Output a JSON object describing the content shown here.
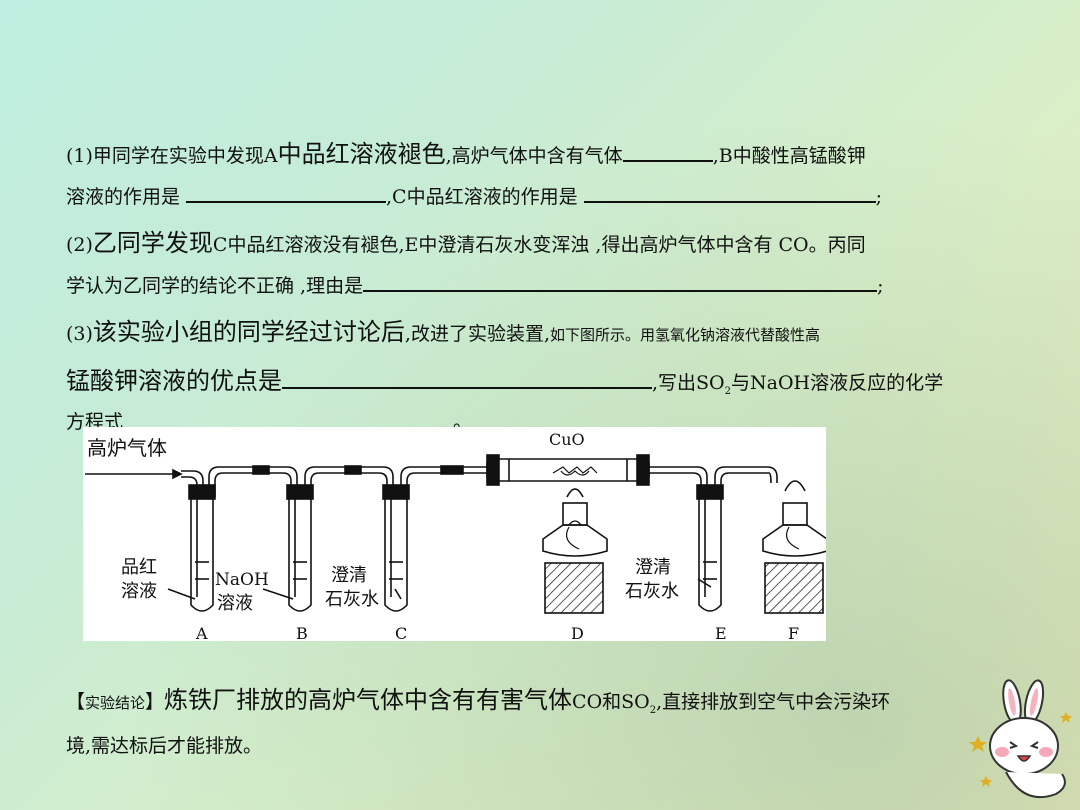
{
  "q1": {
    "line1_a": "(1)甲同学在实验中发现A",
    "line1_b": "中品红溶液褪色",
    "line1_c": ",高炉气体中含有气体",
    "line1_d": ",B中酸性高锰酸钾",
    "line2_a": "溶液的作用是",
    "line2_b": ",C中品红溶液的作用是",
    "line2_end": ";"
  },
  "q2": {
    "line1_a": "(2)",
    "line1_b": "乙同学发现",
    "line1_c": "C中品红溶液没有褪色,E中澄清石灰水变浑浊 ,得出高炉气体中含有 CO。丙同",
    "line2_a": "学认为乙同学的结论不正确 ,理由是",
    "line2_end": ";"
  },
  "q3": {
    "line1_a": "(3)",
    "line1_b": "该实验小组的同学经过讨论后",
    "line1_c": ",改进了实验装置,",
    "line1_d": "如下图所示。用氢氧化钠溶液代替酸性高",
    "line2_a": "锰酸钾溶液的优点是",
    "line2_b": ",写出SO",
    "line2_sub": "2",
    "line2_c": "与NaOH溶液反应的化学",
    "line3": "方程式",
    "line3_end": "。"
  },
  "figure": {
    "gas_label": "高炉气体",
    "cuo_label": "CuO",
    "a_label_1": "品红",
    "a_label_2": "溶液",
    "b_label_1": "NaOH",
    "b_label_2": "溶液",
    "c_label_1": "澄清",
    "c_label_2": "石灰水",
    "e_label_1": "澄清",
    "e_label_2": "石灰水",
    "letters": [
      "A",
      "B",
      "C",
      "D",
      "E",
      "F"
    ]
  },
  "conclusion": {
    "bracket_open": "【",
    "tag": "实验结论",
    "bracket_close": "】",
    "text_a": "炼铁厂排放的高炉气体中含有有害气体",
    "text_b": "CO和SO",
    "sub": "2",
    "text_c": ",直接排放到空气中会污染环",
    "line2": "境,需达标后才能排放。"
  }
}
